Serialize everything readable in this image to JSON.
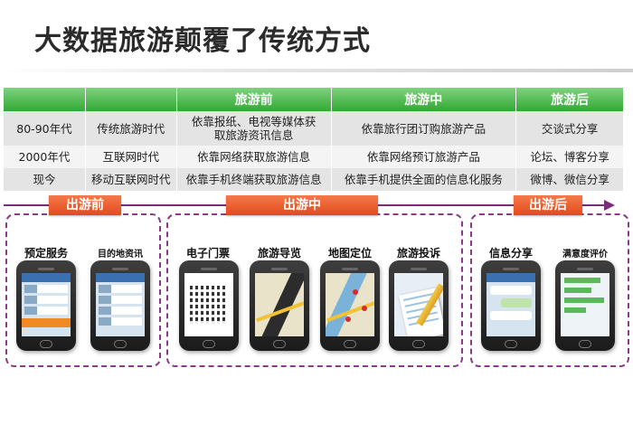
{
  "title": "大数据旅游颠覆了传统方式",
  "table": {
    "headers": [
      "",
      "",
      "旅游前",
      "旅游中",
      "旅游后"
    ],
    "rows": [
      [
        "80-90年代",
        "传统旅游时代",
        "依靠报纸、电视等媒体获取旅游资讯信息",
        "依靠旅行团订购旅游产品",
        "交谈式分享"
      ],
      [
        "2000年代",
        "互联网时代",
        "依靠网络获取旅游信息",
        "依靠网络预订旅游产品",
        "论坛、博客分享"
      ],
      [
        "现今",
        "移动互联网时代",
        "依靠手机终端获取旅游信息",
        "依靠手机提供全面的信息化服务",
        "微博、微信分享"
      ]
    ]
  },
  "phases": {
    "before": "出游前",
    "during": "出游中",
    "after": "出游后"
  },
  "phones": [
    {
      "label": "预定服务"
    },
    {
      "label": "目的地资讯"
    },
    {
      "label": "电子门票"
    },
    {
      "label": "旅游导览"
    },
    {
      "label": "地图定位"
    },
    {
      "label": "旅游投诉"
    },
    {
      "label": "信息分享"
    },
    {
      "label": "满意度评价"
    }
  ],
  "colors": {
    "header_green": "#32a832",
    "phase_orange": "#e24a1d",
    "timeline_purple": "#7a2b7a"
  }
}
